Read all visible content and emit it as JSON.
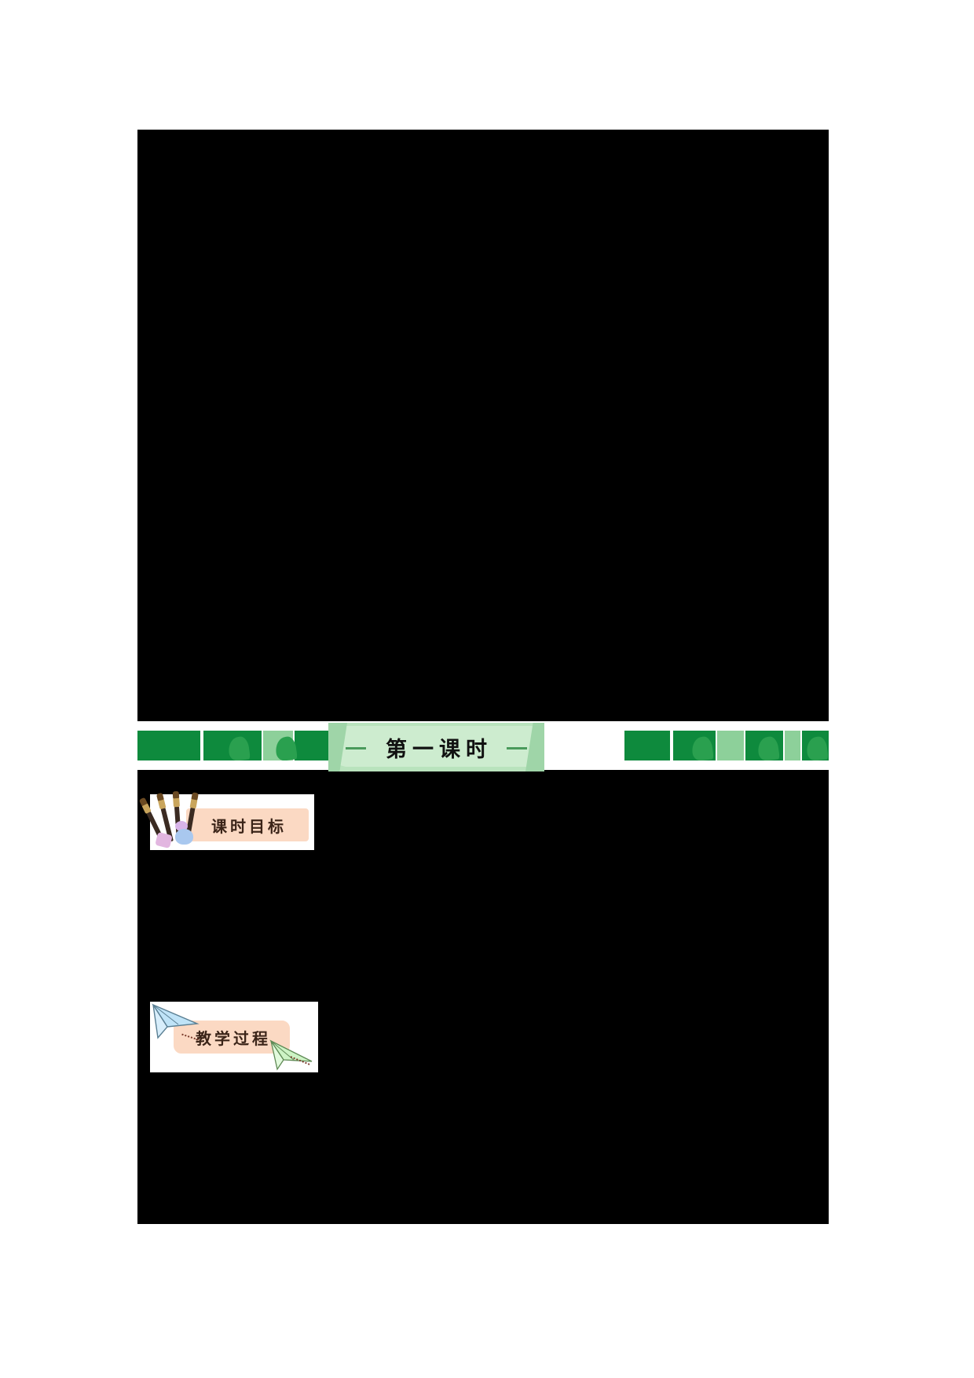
{
  "document": {
    "page_background": "#ffffff",
    "content_redaction_color": "#000000"
  },
  "banner": {
    "title": "第一课时",
    "colors": {
      "band_dark_green": "#0e8a3d",
      "band_light_green": "#8dd09a",
      "plaque_fill": "#cdeccf",
      "plaque_shadow": "#9fd5a8",
      "dash": "#4a9a5c"
    },
    "left_decoration_icon": "leaf-pattern-icon",
    "right_decoration_icon": "leaf-pattern-icon",
    "left_dash": "—",
    "right_dash": "—"
  },
  "sections": [
    {
      "id": "objectives",
      "label": "课时目标",
      "icon": "paintbrush-cluster-icon",
      "plate_color": "#fbd9c3",
      "text_color": "#3b2418"
    },
    {
      "id": "process",
      "label": "教学过程",
      "icon": "paper-plane-icon",
      "plate_color": "#fbd9c3",
      "text_color": "#3b2418"
    }
  ]
}
